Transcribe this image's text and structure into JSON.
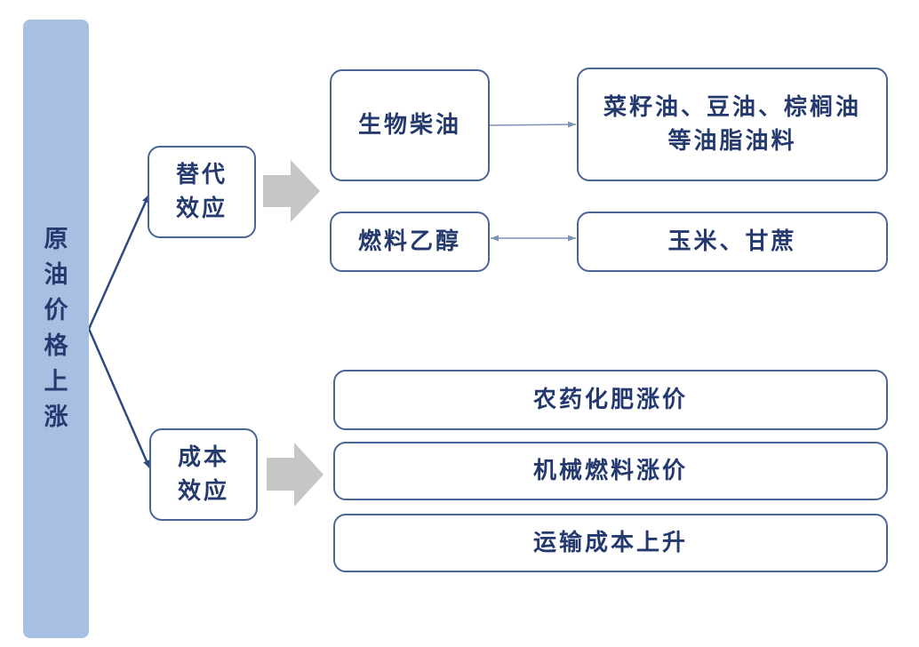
{
  "root": {
    "label": "原油价格上涨"
  },
  "substitution": {
    "label": "替代效应",
    "items": [
      {
        "source": "生物柴油",
        "target": "菜籽油、豆油、棕榈油等油脂油料",
        "relation": "one-way"
      },
      {
        "source": "燃料乙醇",
        "target": "玉米、甘蔗",
        "relation": "two-way"
      }
    ]
  },
  "cost": {
    "label": "成本效应",
    "items": [
      "农药化肥涨价",
      "机械燃料涨价",
      "运输成本上升"
    ]
  },
  "colors": {
    "root_fill": "#a7bfe0",
    "border": "#4a6594",
    "text": "#243a6e",
    "arrow_gray": "#c6c6c6"
  }
}
